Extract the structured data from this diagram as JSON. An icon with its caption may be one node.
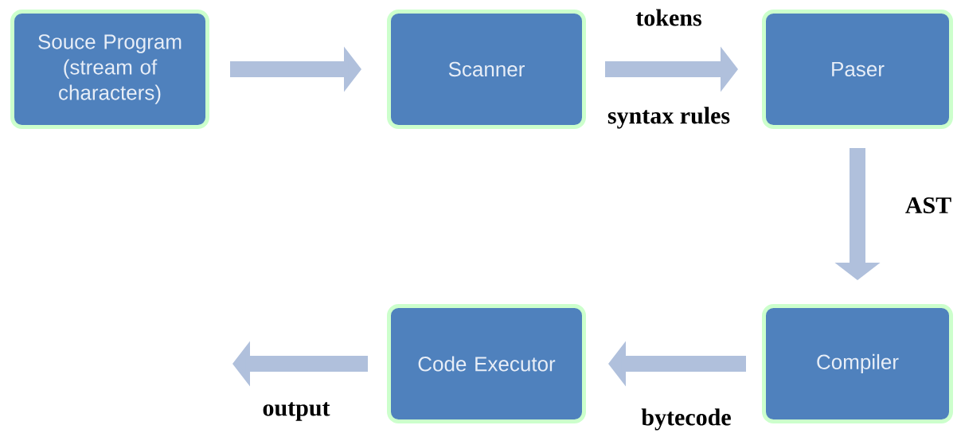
{
  "diagram": {
    "nodes": [
      {
        "text": [
          "Souce Program (stream of characters)"
        ]
      },
      {
        "text": [
          "Scanner"
        ]
      },
      {
        "text": [
          "Paser"
        ]
      },
      {
        "text": [
          "Compiler"
        ]
      },
      {
        "text": [
          "Code Executor"
        ]
      }
    ],
    "edges": [
      {
        "from": 0,
        "to": 1,
        "arrow": "to"
      },
      {
        "from": 1,
        "to": 2,
        "arrow": "to",
        "label": "tokens"
      },
      {
        "from": 2,
        "to": 3,
        "arrow": "to",
        "label": "AST"
      },
      {
        "from": 3,
        "to": 4,
        "arrow": "to",
        "label": "bytecode"
      },
      {
        "from": 4,
        "to": null,
        "arrow": "to",
        "label": "output"
      }
    ],
    "labels": [
      "syntax rules"
    ]
  }
}
